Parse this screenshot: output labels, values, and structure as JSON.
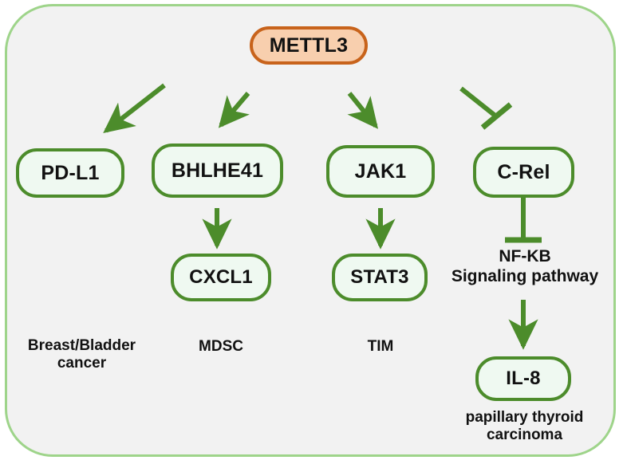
{
  "figure": {
    "type": "pathway-diagram",
    "background_color": "#f2f2f2",
    "panel_border_color": "#9ed48a",
    "node_border_color": "#4c8c2b",
    "node_fill_color": "#eff9f1",
    "root_border_color": "#c8631b",
    "root_fill_color": "#f8cfae",
    "edge_color": "#4c8c2b"
  },
  "nodes": {
    "root": {
      "label": "METTL3"
    },
    "pdl1": {
      "label": "PD-L1"
    },
    "bhlhe41": {
      "label": "BHLHE41"
    },
    "jak1": {
      "label": "JAK1"
    },
    "crel": {
      "label": "C-Rel"
    },
    "cxcl1": {
      "label": "CXCL1"
    },
    "stat3": {
      "label": "STAT3"
    },
    "il8": {
      "label": "IL-8"
    }
  },
  "labels": {
    "nfkb_line1": "NF-KB",
    "nfkb_line2": "Signaling pathway",
    "breast_bladder_line1": "Breast/Bladder",
    "breast_bladder_line2": "cancer",
    "mdsc": "MDSC",
    "tim": "TIM",
    "papillary_line1": "papillary thyroid",
    "papillary_line2": "carcinoma"
  },
  "edges": [
    {
      "from": "METTL3",
      "to": "PD-L1",
      "kind": "activation",
      "arrow": "arrowhead"
    },
    {
      "from": "METTL3",
      "to": "BHLHE41",
      "kind": "activation",
      "arrow": "arrowhead"
    },
    {
      "from": "METTL3",
      "to": "JAK1",
      "kind": "activation",
      "arrow": "arrowhead"
    },
    {
      "from": "METTL3",
      "to": "C-Rel",
      "kind": "inhibition",
      "arrow": "tbar"
    },
    {
      "from": "BHLHE41",
      "to": "CXCL1",
      "kind": "activation",
      "arrow": "arrowhead"
    },
    {
      "from": "JAK1",
      "to": "STAT3",
      "kind": "activation",
      "arrow": "arrowhead"
    },
    {
      "from": "C-Rel",
      "to": "NF-KB Signaling pathway",
      "kind": "inhibition",
      "arrow": "tbar"
    },
    {
      "from": "NF-KB Signaling pathway",
      "to": "IL-8",
      "kind": "activation",
      "arrow": "arrowhead"
    }
  ]
}
